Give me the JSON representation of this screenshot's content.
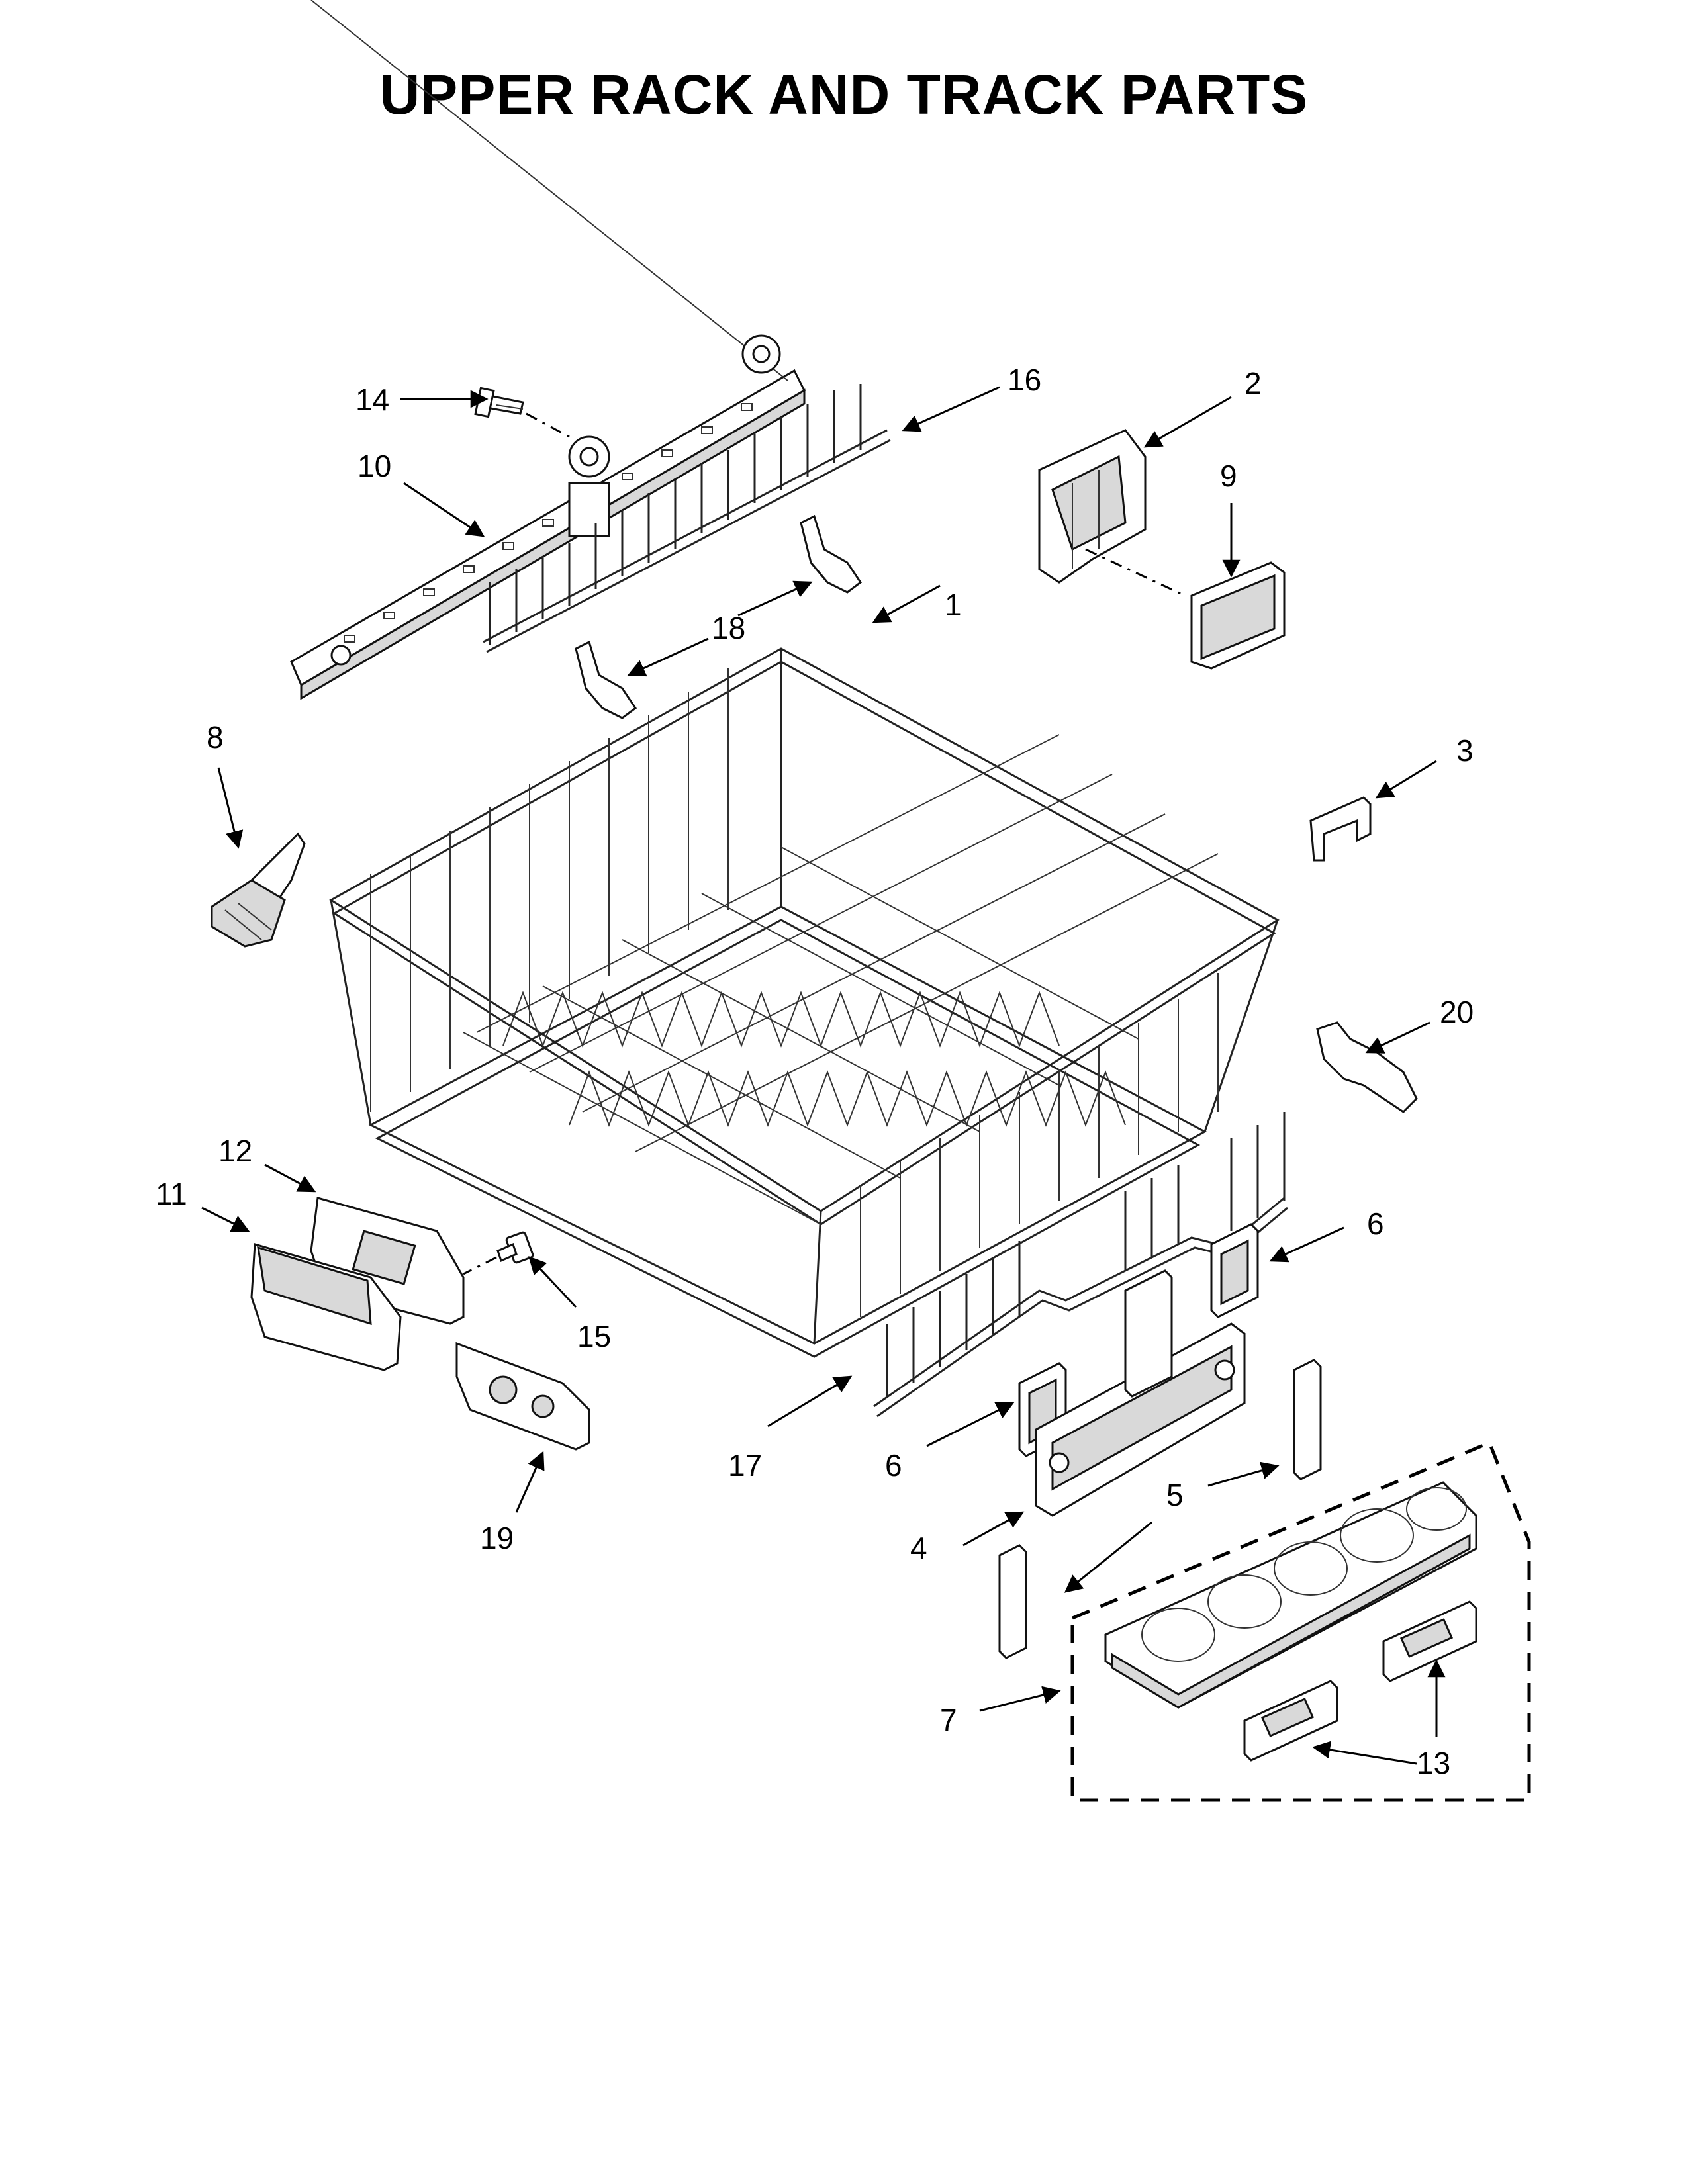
{
  "title": "UPPER RACK AND TRACK PARTS",
  "callouts": {
    "c1": "1",
    "c2": "2",
    "c3": "3",
    "c4": "4",
    "c5": "5",
    "c6a": "6",
    "c6b": "6",
    "c7": "7",
    "c8": "8",
    "c9": "9",
    "c10": "10",
    "c11": "11",
    "c12": "12",
    "c13": "13",
    "c14": "14",
    "c15": "15",
    "c16": "16",
    "c17": "17",
    "c18": "18",
    "c19": "19",
    "c20": "20"
  },
  "line_color": "#000000",
  "part_fill_grey": "#d9d9d9"
}
